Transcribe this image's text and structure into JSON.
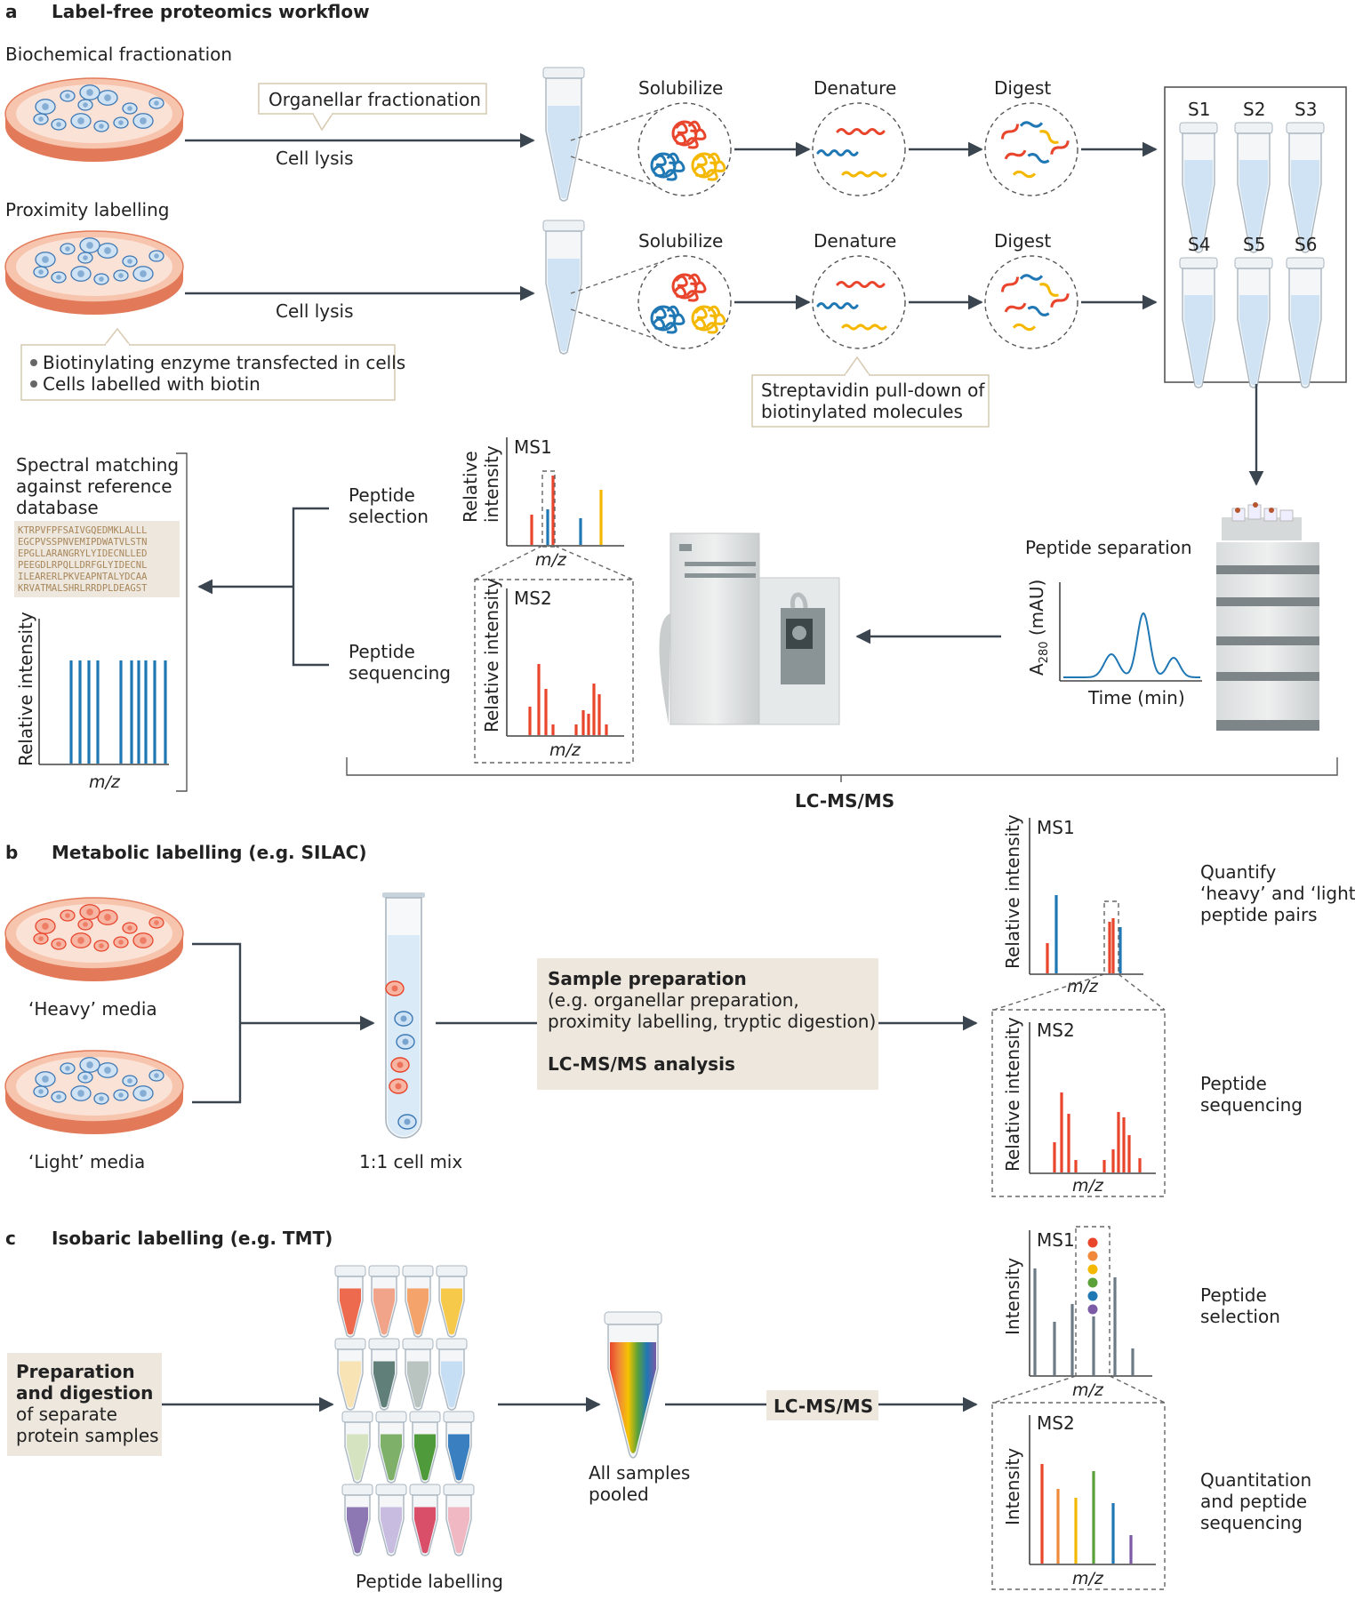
{
  "colors": {
    "blue": "#1f77b4",
    "red": "#e8452c",
    "yellow": "#f5b800",
    "arrow": "#3a4550",
    "dish": "#f2a488",
    "tube": "#cfe3f5",
    "tan": "#ede7dd"
  },
  "panel_a": {
    "letter": "a",
    "title": "Label-free proteomics workflow",
    "row1_label": "Biochemical fractionation",
    "row2_label": "Proximity labelling",
    "callout_fractionation": "Organellar fractionation",
    "cell_lysis_1": "Cell lysis",
    "cell_lysis_2": "Cell lysis",
    "biotin_bullets": [
      "Biotinylating enzyme transfected in cells",
      "Cells labelled with biotin"
    ],
    "steps_row1": [
      "Solubilize",
      "Denature",
      "Digest"
    ],
    "steps_row2": [
      "Solubilize",
      "Denature",
      "Digest"
    ],
    "streptavidin": [
      "Streptavidin pull-down of",
      "biotinylated molecules"
    ],
    "samples": [
      "S1",
      "S2",
      "S3",
      "S4",
      "S5",
      "S6"
    ],
    "peptide_separation": "Peptide separation",
    "chromatogram": {
      "ylabel": "A",
      "ylabel_sub": "280",
      "ylabel_unit": " (mAU)",
      "xlabel": "Time (min)"
    },
    "ms1": {
      "title": "MS1",
      "ylabel": [
        "Relative",
        "intensity"
      ],
      "xlabel": "m/z"
    },
    "ms2": {
      "title": "MS2",
      "ylabel": "Relative intensity",
      "xlabel": "m/z"
    },
    "peptide_selection": [
      "Peptide",
      "selection"
    ],
    "peptide_sequencing": [
      "Peptide",
      "sequencing"
    ],
    "spectral_matching": [
      "Spectral matching",
      "against reference",
      "database"
    ],
    "sequences": [
      "KTRPVFPFSAIVGQEDMKLALLL",
      "EGCPVSSPNVEMIPDWATVLSTN",
      "EPGLLARANGRYLYIDECNLLED",
      "PEEGDLRPQLLDRFGLYIDECNL",
      "ILEARERLPKVEAPNTALYDCAA",
      "KRVATMALSHRLRRDPLDEAGST"
    ],
    "reference_spectrum": {
      "ylabel": "Relative intensity",
      "xlabel": "m/z"
    },
    "lcms_label": "LC-MS/MS"
  },
  "panel_b": {
    "letter": "b",
    "title": "Metabolic labelling (e.g. SILAC)",
    "heavy": "‘Heavy’ media",
    "light": "‘Light’ media",
    "mix": "1:1 cell mix",
    "box_title": "Sample preparation",
    "box_lines": [
      "(e.g. organellar preparation,",
      "proximity labelling, tryptic digestion)"
    ],
    "box_footer": "LC-MS/MS analysis",
    "ms1": {
      "title": "MS1",
      "ylabel": "Relative intensity",
      "xlabel": "m/z"
    },
    "ms2": {
      "title": "MS2",
      "ylabel": "Relative intensity",
      "xlabel": "m/z"
    },
    "quantify": [
      "Quantify",
      "‘heavy’ and ‘light’",
      "peptide pairs"
    ],
    "sequencing": [
      "Peptide",
      "sequencing"
    ]
  },
  "panel_c": {
    "letter": "c",
    "title": "Isobaric labelling (e.g. TMT)",
    "prep_bold": [
      "Preparation",
      "and digestion"
    ],
    "prep_lines": [
      "of separate",
      "protein samples"
    ],
    "tube_colors": [
      "#ee6a4f",
      "#f2a48a",
      "#f4a46a",
      "#f6c94a",
      "#f7e3b4",
      "#5f7f78",
      "#b9c4c0",
      "#c6def3",
      "#d6e3c1",
      "#7fb06a",
      "#4f9a3a",
      "#3a7fc0",
      "#8e78b4",
      "#c8bde0",
      "#d94f6a",
      "#f0b8c2"
    ],
    "peptide_labelling": "Peptide labelling",
    "pooled": [
      "All  samples",
      "pooled"
    ],
    "lcms_label": "LC-MS/MS",
    "ms1": {
      "title": "MS1",
      "ylabel": "Intensity",
      "xlabel": "m/z"
    },
    "ms2": {
      "title": "MS2",
      "ylabel": "Intensity",
      "xlabel": "m/z"
    },
    "reporter_colors": [
      "#e8452c",
      "#f08a3a",
      "#f5b800",
      "#5aa13a",
      "#1f77b4",
      "#7b5aa6"
    ],
    "peptide_selection": [
      "Peptide",
      "selection"
    ],
    "quantitation": [
      "Quantitation",
      "and peptide",
      "sequencing"
    ]
  }
}
